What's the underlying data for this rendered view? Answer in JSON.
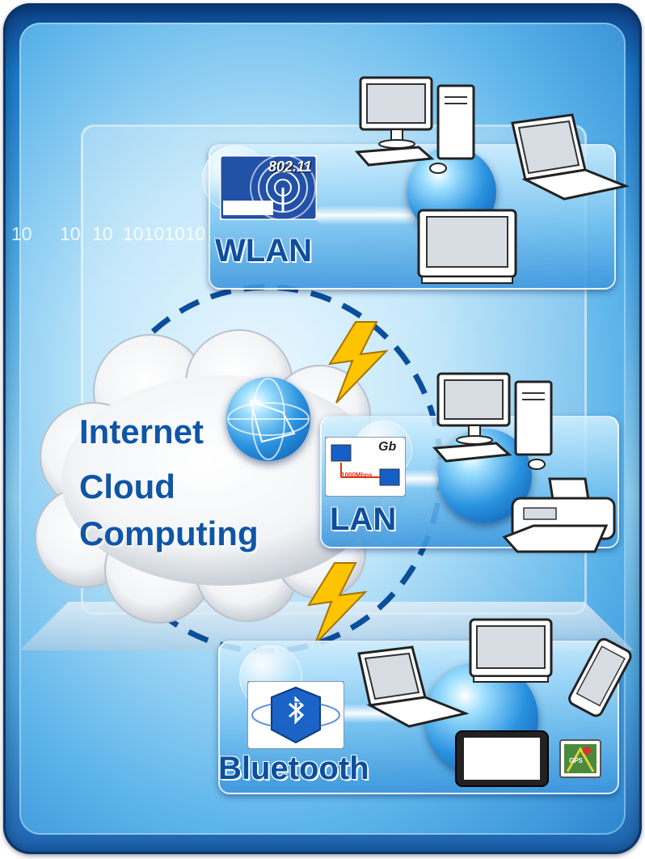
{
  "binary_stream": [
    "10",
    "10",
    "10",
    "10101010"
  ],
  "cloud": {
    "lines": [
      "Internet",
      "Cloud",
      "Computing"
    ]
  },
  "sections": {
    "wlan": {
      "label": "WLAN",
      "badge": "802.11"
    },
    "lan": {
      "label": "LAN",
      "badge_title": "Gb",
      "badge_speed": "1000Mbps"
    },
    "bluetooth": {
      "label": "Bluetooth",
      "gps_badge": "GPS"
    }
  },
  "colors": {
    "label_blue": "#0d4f9e",
    "frame_blue": "#1a78c8",
    "bolt_yellow": "#ffc400",
    "ring_dash": "#0b4e9c"
  },
  "icons": [
    "globe-icon",
    "lightning-bolt-icon",
    "desktop-pc-icon",
    "laptop-icon",
    "monitor-icon",
    "printer-icon",
    "smartphone-icon",
    "tablet-icon",
    "bluetooth-icon",
    "gps-icon",
    "network-card-icon"
  ]
}
